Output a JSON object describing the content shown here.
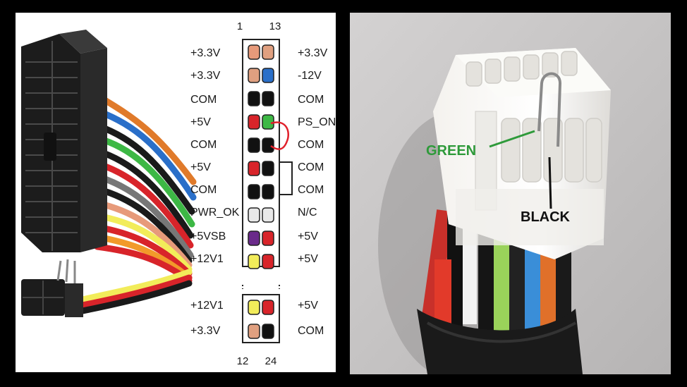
{
  "left_diagram": {
    "pin_numbers": {
      "top_left": "1",
      "top_right": "13",
      "bottom_left": "12",
      "bottom_right": "24"
    },
    "left_labels": [
      "+3.3V",
      "+3.3V",
      "COM",
      "+5V",
      "COM",
      "+5V",
      "COM",
      "PWR_OK",
      "+5VSB",
      "+12V1",
      "+12V1",
      "+3.3V"
    ],
    "right_labels": [
      "+3.3V",
      "-12V",
      "COM",
      "PS_ON",
      "COM",
      "COM",
      "COM",
      "N/C",
      "+5V",
      "+5V",
      "+5V",
      "COM"
    ],
    "left_pin_colors": [
      "#e79a7a",
      "#e0a080",
      "#111111",
      "#d8242a",
      "#111111",
      "#d8242a",
      "#111111",
      "#e8e8e8",
      "#6a2a8a",
      "#f2ec5a",
      "#f2ec5a",
      "#e0a080"
    ],
    "right_pin_colors": [
      "#e0a080",
      "#2a6fc9",
      "#111111",
      "#3db845",
      "#111111",
      "#111111",
      "#111111",
      "#e8e8e8",
      "#d8242a",
      "#d8242a",
      "#d8242a",
      "#111111"
    ],
    "jumper_color": "#e0202a"
  },
  "photo": {
    "callouts": {
      "green": "GREEN",
      "black": "BLACK"
    },
    "green_label_color": "#2e9a3a",
    "black_label_color": "#111111"
  }
}
